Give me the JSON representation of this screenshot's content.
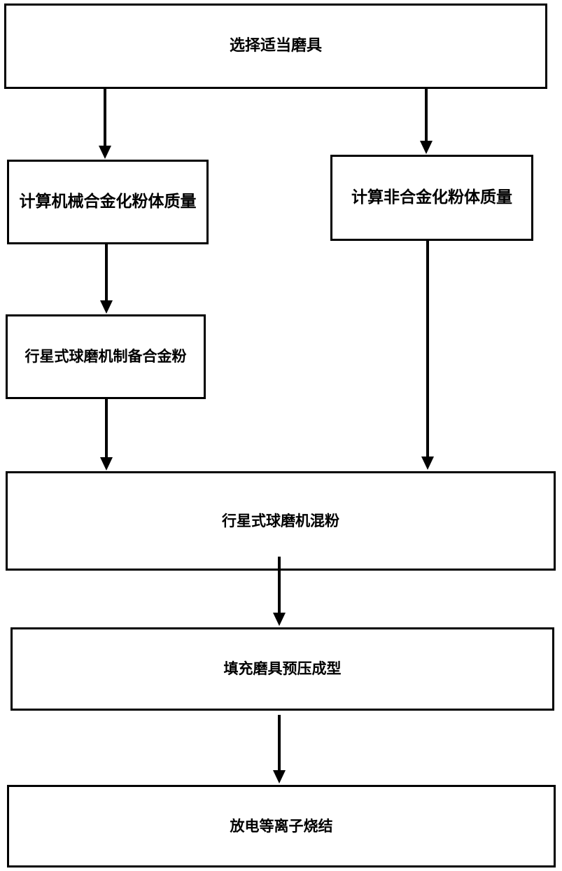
{
  "diagram": {
    "nodes": {
      "select_mold": "选择适当磨具",
      "calc_mech_alloy": "计算机械合金化粉体质量",
      "calc_non_alloy": "计算非合金化粉体质量",
      "planetary_prep": "行星式球磨机制备合金粉",
      "planetary_mix": "行星式球磨机混粉",
      "fill_press": "填充磨具预压成型",
      "sps_sinter": "放电等离子烧结"
    },
    "edges": [
      {
        "from": "select_mold",
        "to": "calc_mech_alloy"
      },
      {
        "from": "select_mold",
        "to": "calc_non_alloy"
      },
      {
        "from": "calc_mech_alloy",
        "to": "planetary_prep"
      },
      {
        "from": "planetary_prep",
        "to": "planetary_mix"
      },
      {
        "from": "calc_non_alloy",
        "to": "planetary_mix"
      },
      {
        "from": "planetary_mix",
        "to": "fill_press"
      },
      {
        "from": "fill_press",
        "to": "sps_sinter"
      }
    ],
    "colors": {
      "stroke": "#000000",
      "background": "#ffffff"
    }
  }
}
